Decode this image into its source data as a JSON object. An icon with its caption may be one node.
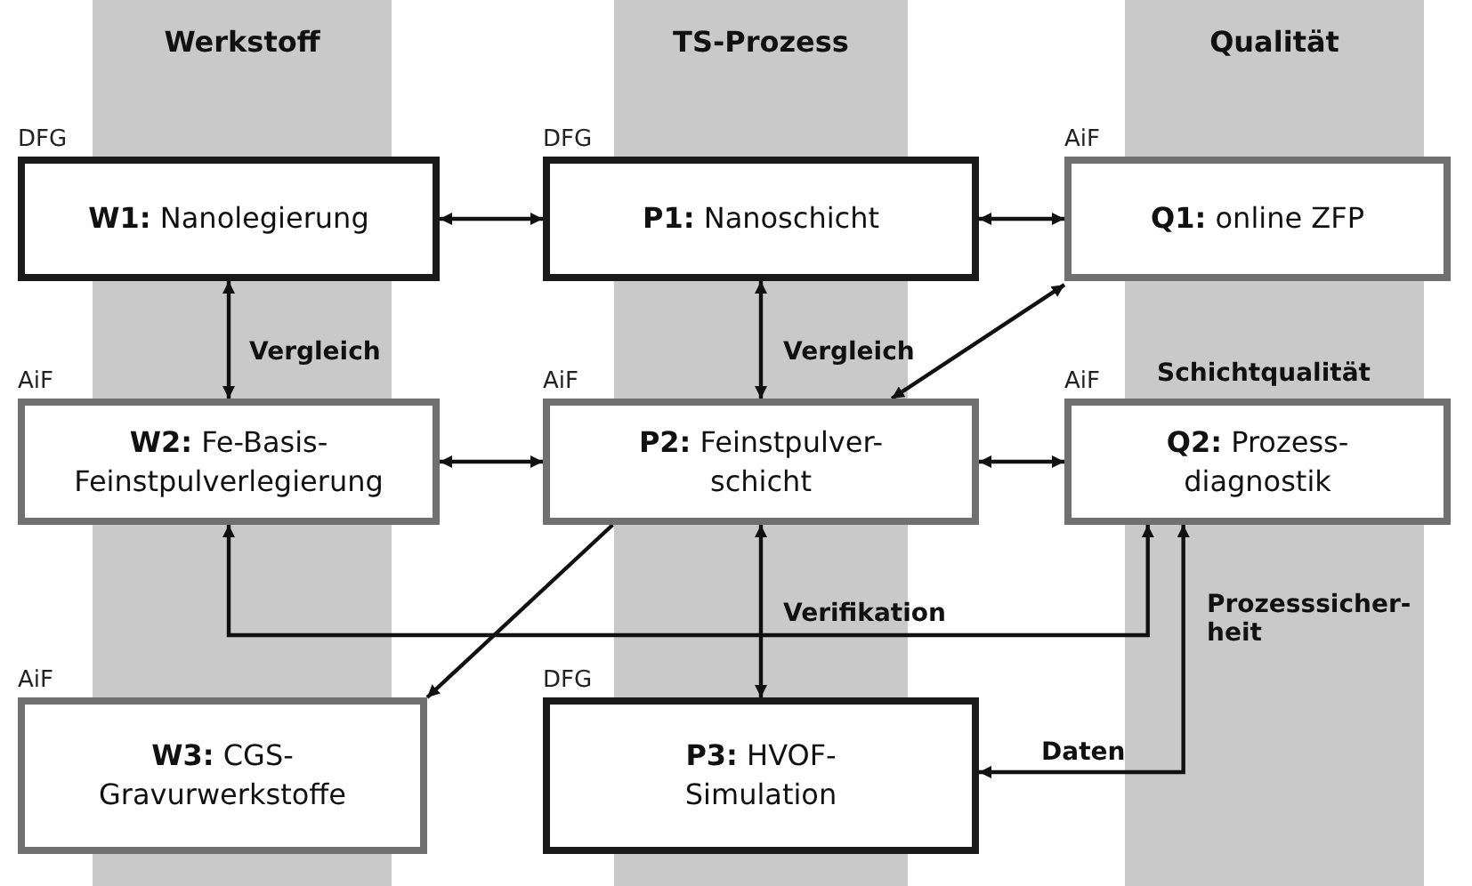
{
  "diagram": {
    "nodes": [
      {
        "text": [
          "**W1:** Nanolegierung"
        ],
        "beside": [
          "DFG"
        ]
      },
      {
        "text": [
          "**P1:** Nanoschicht"
        ],
        "beside": [
          "DFG"
        ]
      },
      {
        "text": [
          "**Q1:** online ZFP"
        ],
        "beside": [
          "AiF"
        ]
      },
      {
        "text": [
          "**W2:** Fe-Basis- Feinstpulverlegierung"
        ],
        "beside": [
          "AiF"
        ]
      },
      {
        "text": [
          "**P2:** Feinstpulver- schicht"
        ],
        "beside": [
          "AiF"
        ]
      },
      {
        "text": [
          "**Q2:** Prozess- diagnostik"
        ],
        "beside": [
          "AiF"
        ]
      },
      {
        "text": [
          "**W3:** CGS- Gravurwerkstoffe"
        ],
        "beside": [
          "AiF"
        ]
      },
      {
        "text": [
          "**P3:** HVOF- Simulation"
        ],
        "beside": [
          "DFG"
        ]
      }
    ],
    "edges": [
      {
        "from": 0,
        "to": 1,
        "arrow": "both"
      },
      {
        "from": 1,
        "to": 2,
        "arrow": "both"
      },
      {
        "from": 0,
        "to": 3,
        "arrow": "both",
        "label": "Vergleich"
      },
      {
        "from": 1,
        "to": 4,
        "arrow": "both",
        "label": "Vergleich"
      },
      {
        "from": 2,
        "to": 4,
        "arrow": "both"
      },
      {
        "from": 3,
        "to": 4,
        "arrow": "both"
      },
      {
        "from": 4,
        "to": 5,
        "arrow": "both"
      },
      {
        "from": 4,
        "to": 6,
        "arrow": "to"
      },
      {
        "from": 4,
        "to": 7,
        "arrow": "both",
        "label": "Verifikation"
      },
      {
        "from": 5,
        "to": 3,
        "arrow": "both"
      },
      {
        "from": 5,
        "to": 7,
        "arrow": "both",
        "label": "Daten"
      }
    ],
    "labels": [
      "Werkstoff",
      "TS-Prozess",
      "Qualität",
      "Schichtqualität",
      "Prozesssicher- heit"
    ]
  }
}
